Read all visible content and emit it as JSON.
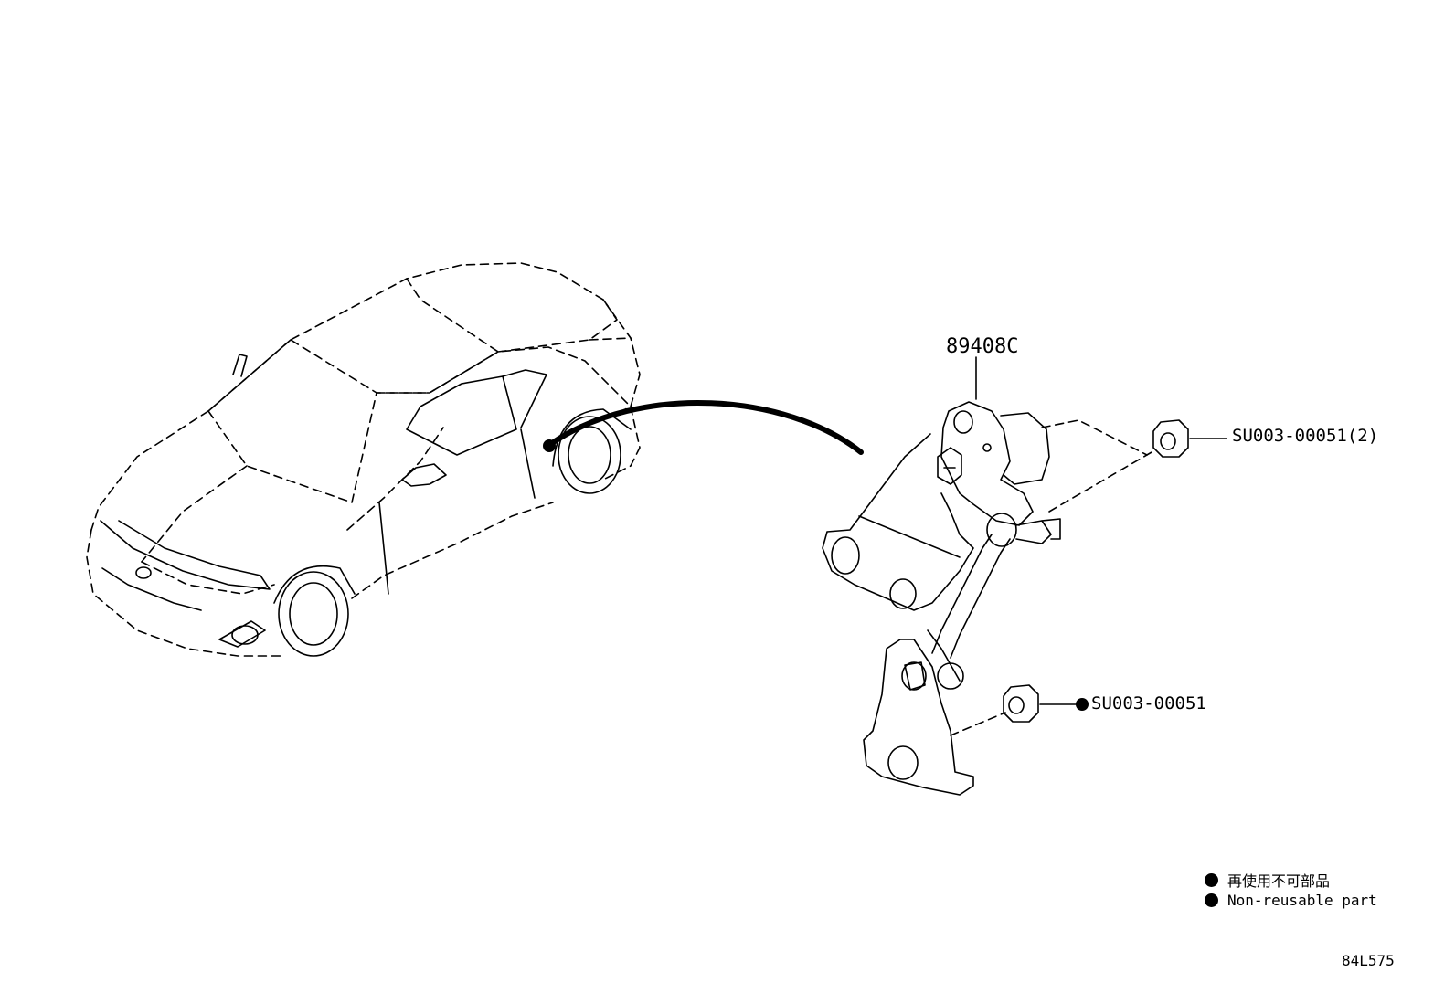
{
  "parts": {
    "main_part": "89408C",
    "nut_upper": "SU003-00051(2)",
    "nut_lower": "SU003-00051"
  },
  "legend": {
    "jp": "再使用不可部品",
    "en": "Non-reusable part"
  },
  "diagram_code": "84L575",
  "colors": {
    "line": "#000000",
    "background": "#ffffff"
  }
}
